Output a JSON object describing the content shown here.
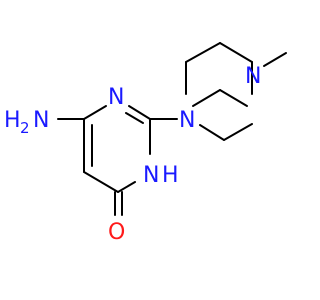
{
  "molecule": {
    "atoms": {
      "amino_h": "H",
      "amino_h_count": "2",
      "amino_n": "N",
      "ring_n3": "N",
      "ring_n1": "N",
      "ring_nh_h": "H",
      "carbonyl_o": "O",
      "piperazine_n1": "N",
      "piperazine_n4": "N"
    }
  },
  "colors": {
    "nitrogen": "#1a1aff",
    "oxygen": "#ff1a1a",
    "bond": "#000000",
    "background": "#ffffff"
  }
}
